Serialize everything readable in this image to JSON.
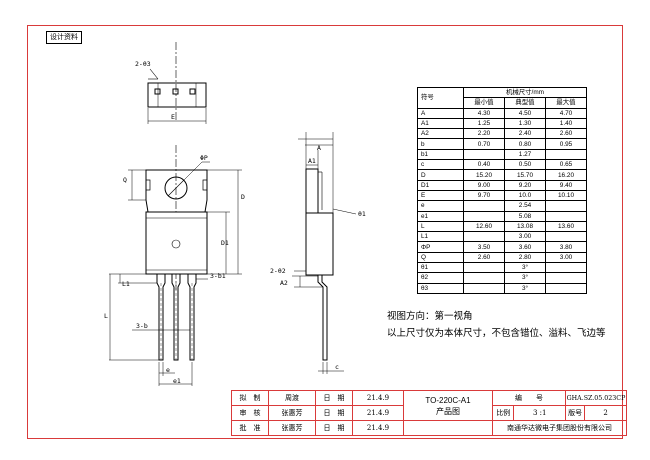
{
  "doc_tag": "设计资料",
  "table": {
    "header_symbol": "符号",
    "header_group": "机械尺寸/mm",
    "col_min": "最小值",
    "col_typ": "典型值",
    "col_max": "最大值",
    "rows": [
      [
        "A",
        "4.30",
        "4.50",
        "4.70"
      ],
      [
        "A1",
        "1.25",
        "1.30",
        "1.40"
      ],
      [
        "A2",
        "2.20",
        "2.40",
        "2.60"
      ],
      [
        "b",
        "0.70",
        "0.80",
        "0.95"
      ],
      [
        "b1",
        "",
        "1.27",
        ""
      ],
      [
        "c",
        "0.40",
        "0.50",
        "0.65"
      ],
      [
        "D",
        "15.20",
        "15.70",
        "16.20"
      ],
      [
        "D1",
        "9.00",
        "9.20",
        "9.40"
      ],
      [
        "E",
        "9.70",
        "10.0",
        "10.10"
      ],
      [
        "e",
        "",
        "2.54",
        ""
      ],
      [
        "e1",
        "",
        "5.08",
        ""
      ],
      [
        "L",
        "12.60",
        "13.08",
        "13.60"
      ],
      [
        "L1",
        "",
        "3.00",
        ""
      ],
      [
        "ΦP",
        "3.50",
        "3.60",
        "3.80"
      ],
      [
        "Q",
        "2.60",
        "2.80",
        "3.00"
      ],
      [
        "θ1",
        "",
        "3°",
        ""
      ],
      [
        "θ2",
        "",
        "3°",
        ""
      ],
      [
        "θ3",
        "",
        "3°",
        ""
      ]
    ]
  },
  "notes": {
    "view_direction": "视图方向：第一视角",
    "dimension_note": "以上尺寸仅为本体尺寸，不包含错位、溢料、飞边等"
  },
  "drawing_labels": {
    "top_theta": "2-θ3",
    "top_E": "E",
    "phiP": "ΦP",
    "Q": "Q",
    "D": "D",
    "D1": "D1",
    "b1": "3-b1",
    "L1": "L1",
    "L": "L",
    "b": "3-b",
    "e": "e",
    "e1": "e1",
    "A": "A",
    "A1": "A1",
    "theta1": "θ1",
    "theta2": "2-θ2",
    "A2": "A2",
    "c": "c"
  },
  "title_block": {
    "draw_label": "拟　制",
    "draw_name": "周渡",
    "check_label": "审　核",
    "check_name": "张惠芳",
    "approve_label": "批　准",
    "approve_name": "张惠芳",
    "date_label": "日　期",
    "date1": "21.4.9",
    "date2": "21.4.9",
    "date3": "21.4.9",
    "product": "TO-220C-A1",
    "product_sub": "产品图",
    "code_label": "编　　号",
    "code_value": "GHA.SZ.05.023CP",
    "scale_label": "比例",
    "scale_value": "3 :1",
    "version_label": "版号",
    "version_value": "2",
    "company": "南通华达微电子集团股份有限公司"
  }
}
